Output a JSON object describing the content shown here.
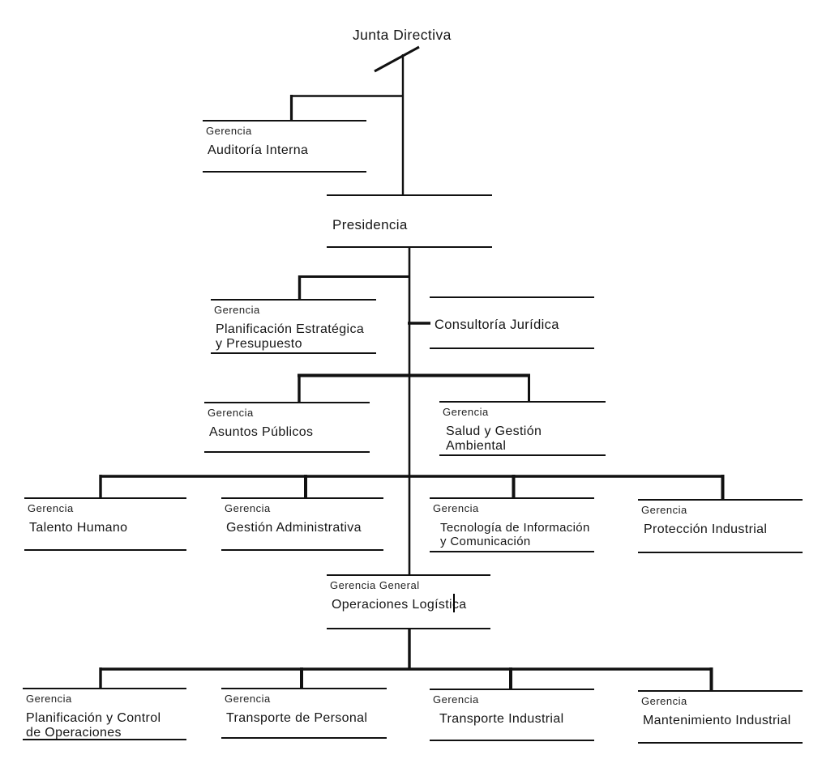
{
  "palette": {
    "background": "#ffffff",
    "line_color": "#111111",
    "text_color": "#1c1c1c"
  },
  "org_chart": {
    "nodes": {
      "junta_directiva": {
        "name": "Junta Directiva"
      },
      "auditoria_interna": {
        "label": "Gerencia",
        "name": "Auditoría Interna"
      },
      "presidencia": {
        "name": "Presidencia"
      },
      "planificacion_estrategica": {
        "label": "Gerencia",
        "name": "Planificación Estratégica\ny Presupuesto"
      },
      "consultoria_juridica": {
        "name": "Consultoría Jurídica"
      },
      "asuntos_publicos": {
        "label": "Gerencia",
        "name": "Asuntos Públicos"
      },
      "salud_gestion_ambiental": {
        "label": "Gerencia",
        "name": "Salud y Gestión\nAmbiental"
      },
      "talento_humano": {
        "label": "Gerencia",
        "name": "Talento Humano"
      },
      "gestion_administrativa": {
        "label": "Gerencia",
        "name": "Gestión Administrativa"
      },
      "tecnologia_informacion": {
        "label": "Gerencia",
        "name": "Tecnología de Información\ny Comunicación"
      },
      "proteccion_industrial": {
        "label": "Gerencia",
        "name": "Protección Industrial"
      },
      "operaciones_logistica": {
        "label": "Gerencia General",
        "name": "Operaciones Logística"
      },
      "planificacion_control": {
        "label": "Gerencia",
        "name": "Planificación y Control\nde Operaciones"
      },
      "transporte_personal": {
        "label": "Gerencia",
        "name": "Transporte de Personal"
      },
      "transporte_industrial": {
        "label": "Gerencia",
        "name": "Transporte Industrial"
      },
      "mantenimiento_industrial": {
        "label": "Gerencia",
        "name": "Mantenimiento Industrial"
      }
    }
  }
}
